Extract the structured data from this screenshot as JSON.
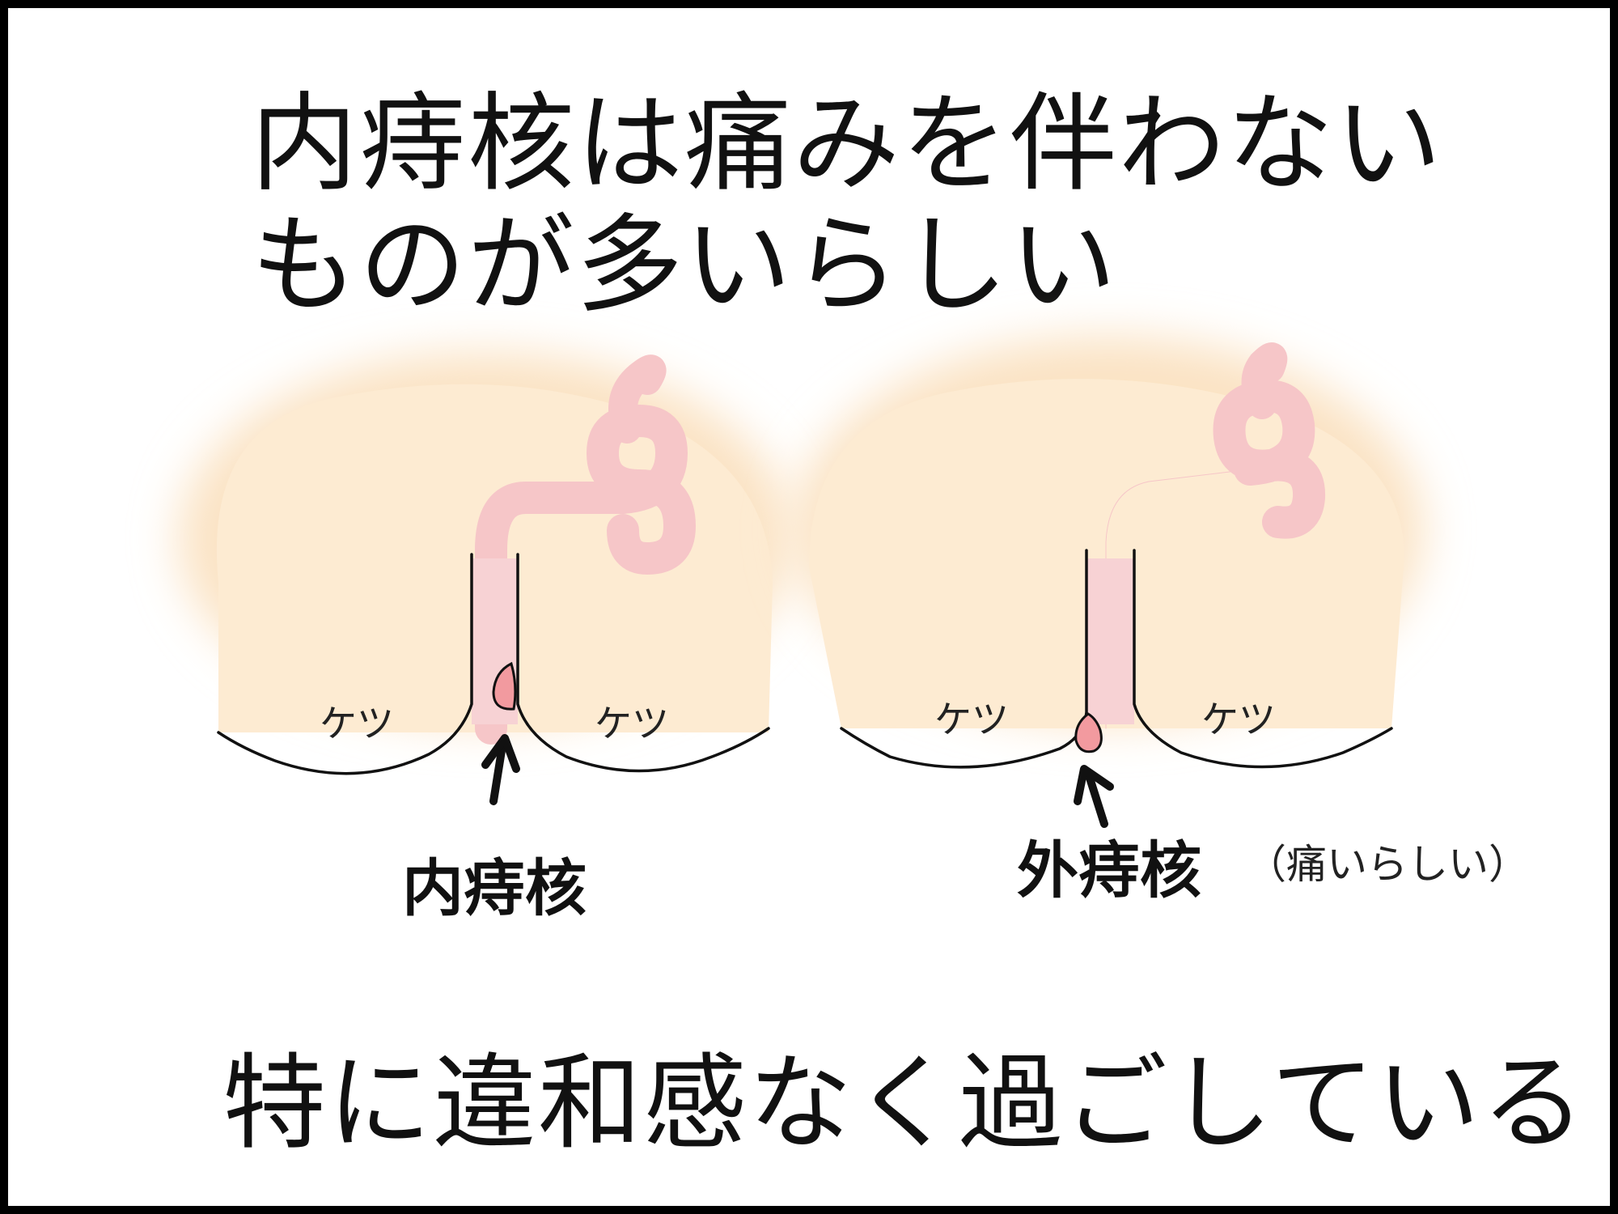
{
  "heading": {
    "line1": "内痔核は痛みを伴わない",
    "line2": "ものが多いらしい"
  },
  "illustration": {
    "left": {
      "cheek_left_label": "ケツ",
      "cheek_right_label": "ケツ",
      "label": "内痔核"
    },
    "right": {
      "cheek_left_label": "ケツ",
      "cheek_right_label": "ケツ",
      "label": "外痔核",
      "note": "（痛いらしい）"
    }
  },
  "footer": {
    "text": "特に違和感なく過ごしている"
  },
  "colors": {
    "skin": "#fdebd2",
    "glow": "#fbe3c4",
    "intestine": "#f6c6c8",
    "hemorrhoid": "#f29a9f",
    "outline": "#111111"
  }
}
